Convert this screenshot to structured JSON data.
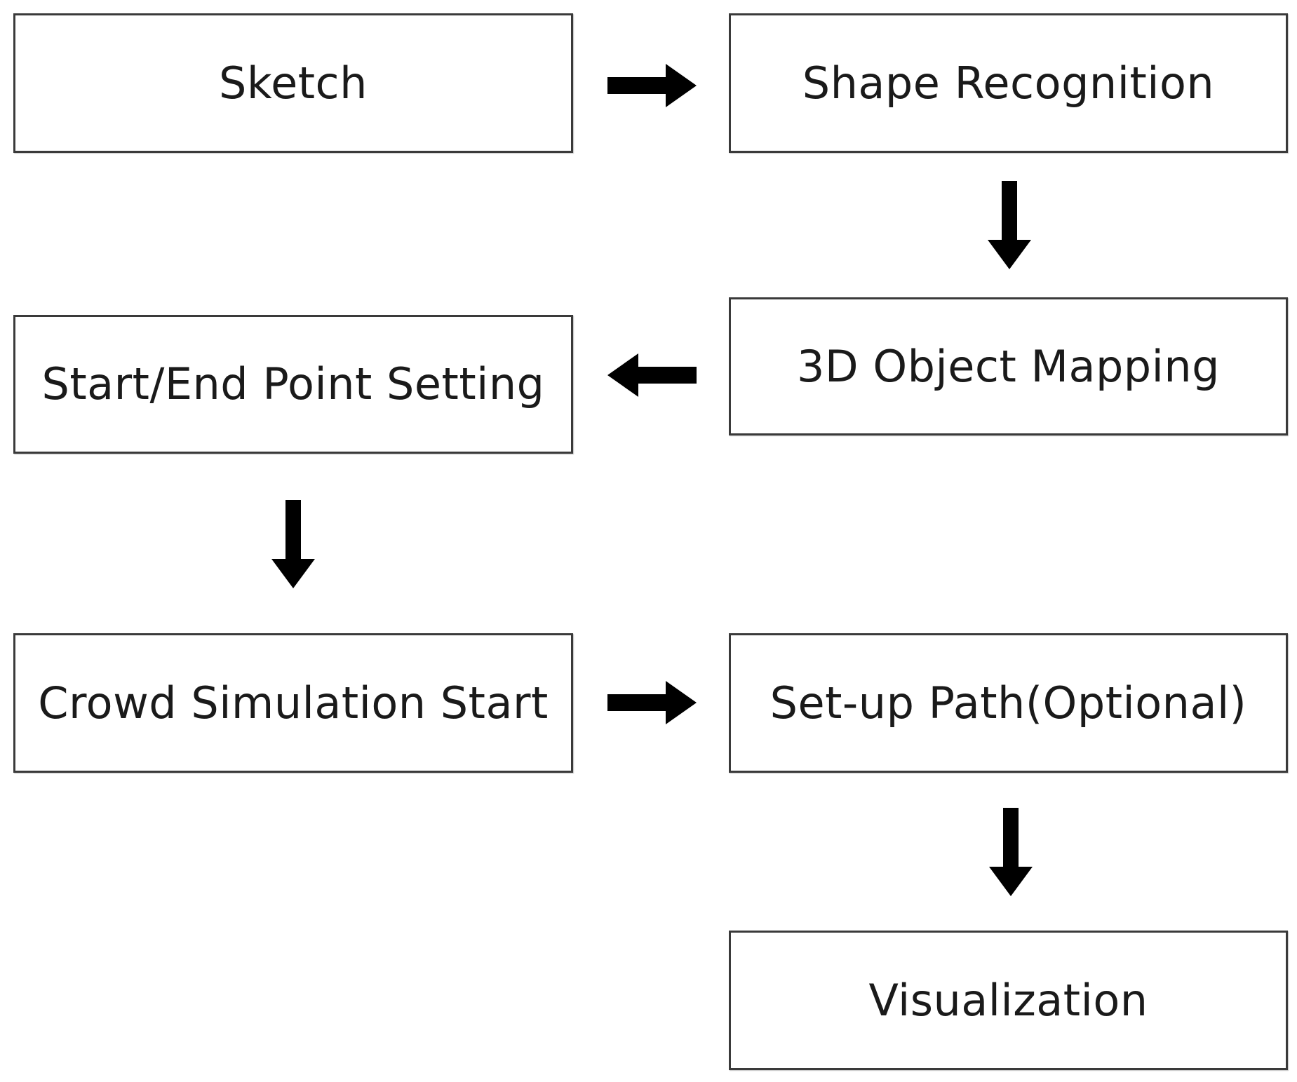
{
  "diagram": {
    "nodes": {
      "sketch": "Sketch",
      "shape_recognition": "Shape Recognition",
      "object_mapping": "3D Object Mapping",
      "start_end_point": "Start/End Point Setting",
      "crowd_simulation": "Crowd Simulation Start",
      "setup_path": "Set-up Path(Optional)",
      "visualization": "Visualization"
    },
    "colors": {
      "border": "#3a3a3a",
      "arrow": "#000000",
      "text": "#1a1a1a",
      "background": "#ffffff"
    },
    "arrows": [
      {
        "from": "sketch",
        "to": "shape_recognition",
        "direction": "right"
      },
      {
        "from": "shape_recognition",
        "to": "object_mapping",
        "direction": "down"
      },
      {
        "from": "object_mapping",
        "to": "start_end_point",
        "direction": "left"
      },
      {
        "from": "start_end_point",
        "to": "crowd_simulation",
        "direction": "down"
      },
      {
        "from": "crowd_simulation",
        "to": "setup_path",
        "direction": "right"
      },
      {
        "from": "setup_path",
        "to": "visualization",
        "direction": "down"
      }
    ]
  }
}
